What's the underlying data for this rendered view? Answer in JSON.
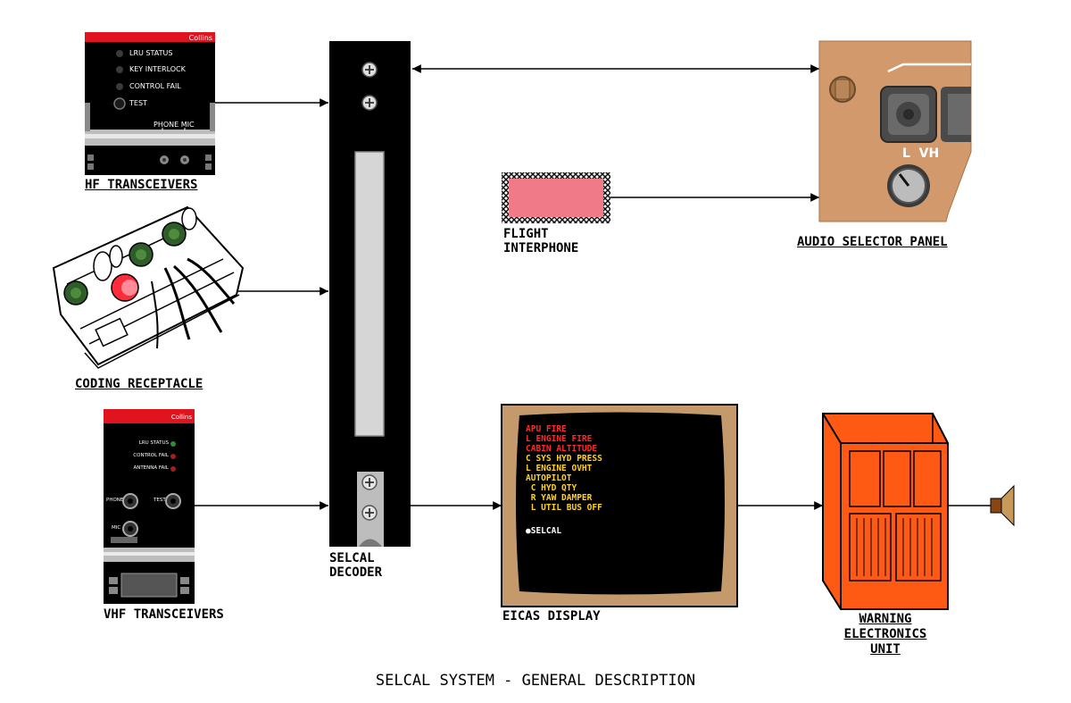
{
  "title": "SELCAL SYSTEM - GENERAL DESCRIPTION",
  "hf": {
    "label": "HF TRANSCEIVERS",
    "brand": "Collins",
    "indicators": [
      "LRU STATUS",
      "KEY INTERLOCK",
      "CONTROL FAIL",
      "TEST"
    ],
    "jack_label": "PHONE MIC"
  },
  "coding": {
    "label": "CODING RECEPTACLE"
  },
  "vhf": {
    "label": "VHF TRANSCEIVERS",
    "brand": "Collins",
    "indicators": [
      "LRU STATUS",
      "CONTROL FAIL",
      "ANTENNA FAIL"
    ],
    "phone": "PHONE",
    "test": "TEST",
    "mic": "MIC"
  },
  "decoder": {
    "label_line1": "SELCAL",
    "label_line2": "DECODER"
  },
  "interphone": {
    "label_line1": "FLIGHT",
    "label_line2": "INTERPHONE"
  },
  "audio": {
    "label": "AUDIO SELECTOR PANEL",
    "panel_text": "L  VH"
  },
  "eicas": {
    "label": "EICAS DISPLAY",
    "messages": [
      {
        "text": "APU FIRE",
        "color": "#ff2a2a"
      },
      {
        "text": "L ENGINE FIRE",
        "color": "#ff2a2a"
      },
      {
        "text": "CABIN ALTITUDE",
        "color": "#ff2a2a"
      },
      {
        "text": "C SYS HYD PRESS",
        "color": "#ffd21f"
      },
      {
        "text": "L ENGINE OVHT",
        "color": "#ffd21f"
      },
      {
        "text": "AUTOPILOT",
        "color": "#ffd21f"
      },
      {
        "text": " C HYD QTY",
        "color": "#ffd21f"
      },
      {
        "text": " R YAW DAMPER",
        "color": "#ffd21f"
      },
      {
        "text": " L UTIL BUS OFF",
        "color": "#ffd21f"
      }
    ],
    "selcal": "SELCAL"
  },
  "weu": {
    "label_line1": "WARNING",
    "label_line2": "ELECTRONICS",
    "label_line3": "UNIT"
  },
  "colors": {
    "eicas_bezel": "#c49a6c",
    "weu_orange": "#ff5a14",
    "interphone_pink": "#f07a88",
    "audio_tan": "#d29a6c",
    "collins_red": "#e0141e"
  }
}
